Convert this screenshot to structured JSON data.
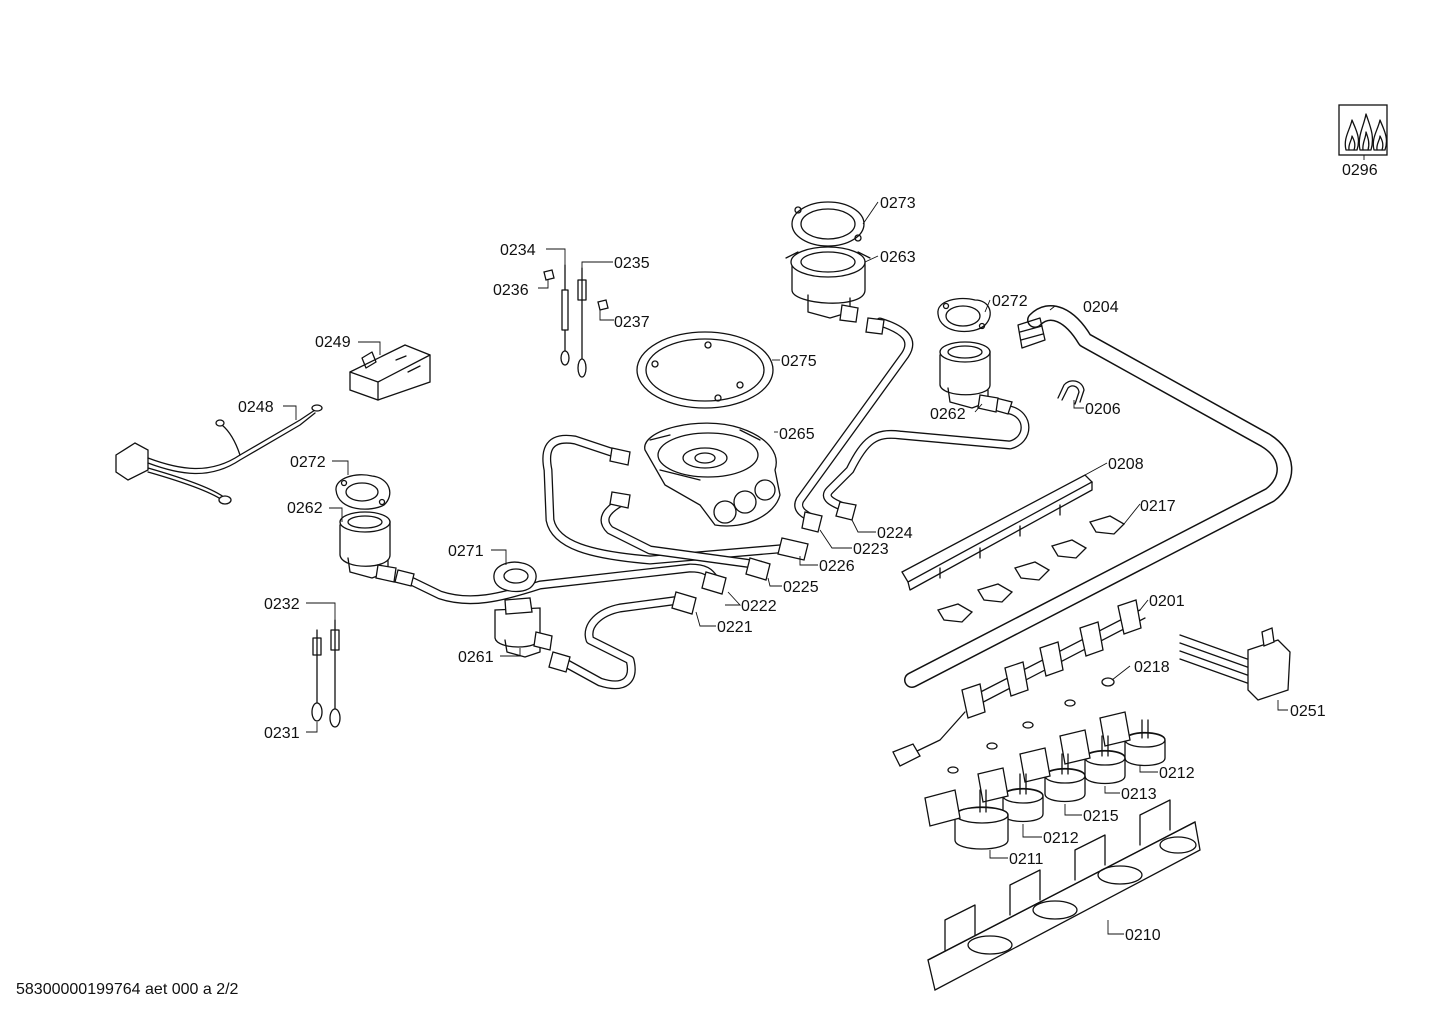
{
  "document_id": "58300000199764 aet 000 a 2/2",
  "labels": {
    "l0296": "0296",
    "l0273": "0273",
    "l0263": "0263",
    "l0272a": "0272",
    "l0204": "0204",
    "l0234": "0234",
    "l0235": "0235",
    "l0236": "0236",
    "l0237": "0237",
    "l0275": "0275",
    "l0249": "0249",
    "l0262a": "0262",
    "l0206": "0206",
    "l0248": "0248",
    "l0265": "0265",
    "l0208": "0208",
    "l0272b": "0272",
    "l0262b": "0262",
    "l0224": "0224",
    "l0217": "0217",
    "l0223": "0223",
    "l0226": "0226",
    "l0271": "0271",
    "l0225": "0225",
    "l0232": "0232",
    "l0222": "0222",
    "l0201": "0201",
    "l0221": "0221",
    "l0261": "0261",
    "l0218": "0218",
    "l0251": "0251",
    "l0231": "0231",
    "l0212a": "0212",
    "l0213": "0213",
    "l0215": "0215",
    "l0212b": "0212",
    "l0211": "0211",
    "l0210": "0210"
  }
}
